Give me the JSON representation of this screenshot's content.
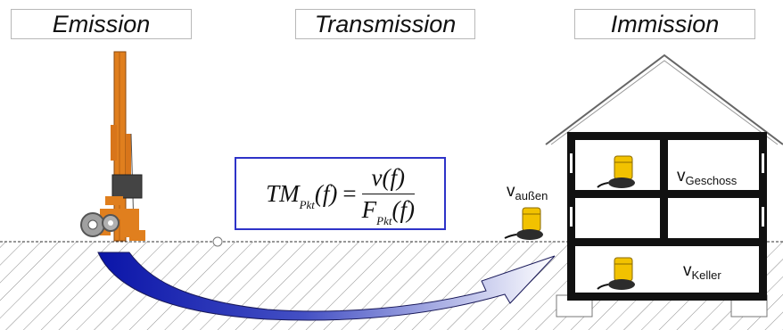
{
  "stages": {
    "emission": "Emission",
    "transmission": "Transmission",
    "immission": "Immission"
  },
  "formula": {
    "lhs_main": "TM",
    "lhs_sub": "Pkt",
    "lhs_arg": "(f)",
    "equals": "=",
    "numerator": "v(f)",
    "denominator_main": "F",
    "denominator_sub": "Pkt",
    "denominator_arg": "(f)"
  },
  "sensors": {
    "aussen": {
      "main": "v",
      "sub": "außen"
    },
    "geschoss": {
      "main": "v",
      "sub": "Geschoss"
    },
    "keller": {
      "main": "v",
      "sub": "Keller"
    }
  },
  "colors": {
    "arrow": "#0a14a8",
    "formula_border": "#2e33c8",
    "drill_rig": "#e07f1e",
    "sensor": "#f2c200",
    "house_structure": "#111111"
  },
  "icons": [
    "drill-rig-icon",
    "geophone-sensor-icon",
    "house-cross-section-icon",
    "propagation-arrow-icon"
  ]
}
